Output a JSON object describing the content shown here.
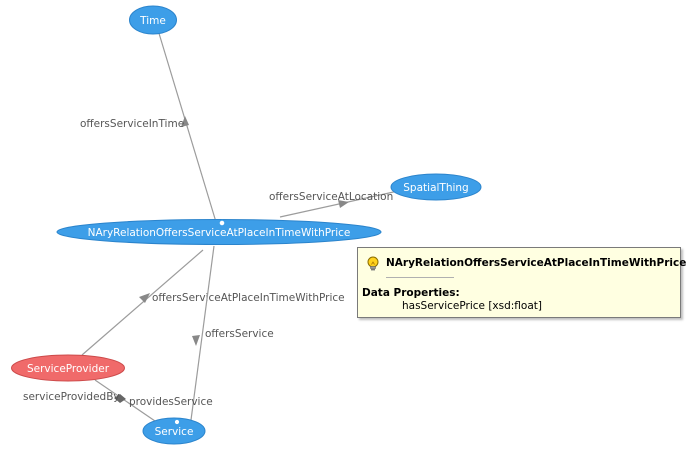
{
  "nodes": {
    "time": {
      "label": "Time",
      "kind": "class",
      "color": "#3d9ee8"
    },
    "spatial_thing": {
      "label": "SpatialThing",
      "kind": "class",
      "color": "#3d9ee8"
    },
    "nary_relation": {
      "label": "NAryRelationOffersServiceAtPlaceInTimeWithPrice",
      "kind": "class",
      "color": "#3d9ee8"
    },
    "service_provider": {
      "label": "ServiceProvider",
      "kind": "selected-class",
      "color": "#f06a6a"
    },
    "service": {
      "label": "Service",
      "kind": "class",
      "color": "#3d9ee8"
    }
  },
  "edges": {
    "offers_service_in_time": {
      "label": "offersServiceInTime"
    },
    "offers_service_at_location": {
      "label": "offersServiceAtLocation"
    },
    "offers_service_at_place_in_time_with_price": {
      "label": "offersServiceAtPlaceInTimeWithPrice"
    },
    "offers_service": {
      "label": "offersService"
    },
    "service_provided_by": {
      "label": "serviceProvidedBy"
    },
    "provides_service": {
      "label": "providesService"
    }
  },
  "tooltip": {
    "icon": "lightbulb-icon",
    "title": "NAryRelationOffersServiceAtPlaceInTimeWithPrice",
    "section_heading": "Data Properties:",
    "property": "hasServicePrice [xsd:float]"
  }
}
